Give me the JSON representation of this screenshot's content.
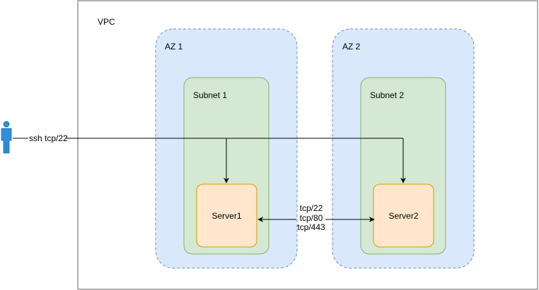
{
  "vpc": {
    "label": "VPC"
  },
  "azs": [
    {
      "label": "AZ 1"
    },
    {
      "label": "AZ 2"
    }
  ],
  "subnets": [
    {
      "label": "Subnet 1"
    },
    {
      "label": "Subnet 2"
    }
  ],
  "servers": [
    {
      "label": "Server1"
    },
    {
      "label": "Server2"
    }
  ],
  "user": {
    "icon": "user-icon",
    "connection_label": "ssh tcp/22"
  },
  "server_link": {
    "lines": [
      "tcp/22",
      "tcp/80",
      "tcp/443"
    ]
  },
  "colors": {
    "vpc_border": "#666666",
    "vpc_fill": "#ffffff",
    "az_fill": "#dae8fc",
    "az_border": "#6c8ebf",
    "subnet_fill": "#d5e8d4",
    "subnet_border": "#82b366",
    "server_fill": "#ffe6cc",
    "server_border": "#d79b00",
    "user_icon": "#2f8fd8",
    "edge": "#000000"
  }
}
